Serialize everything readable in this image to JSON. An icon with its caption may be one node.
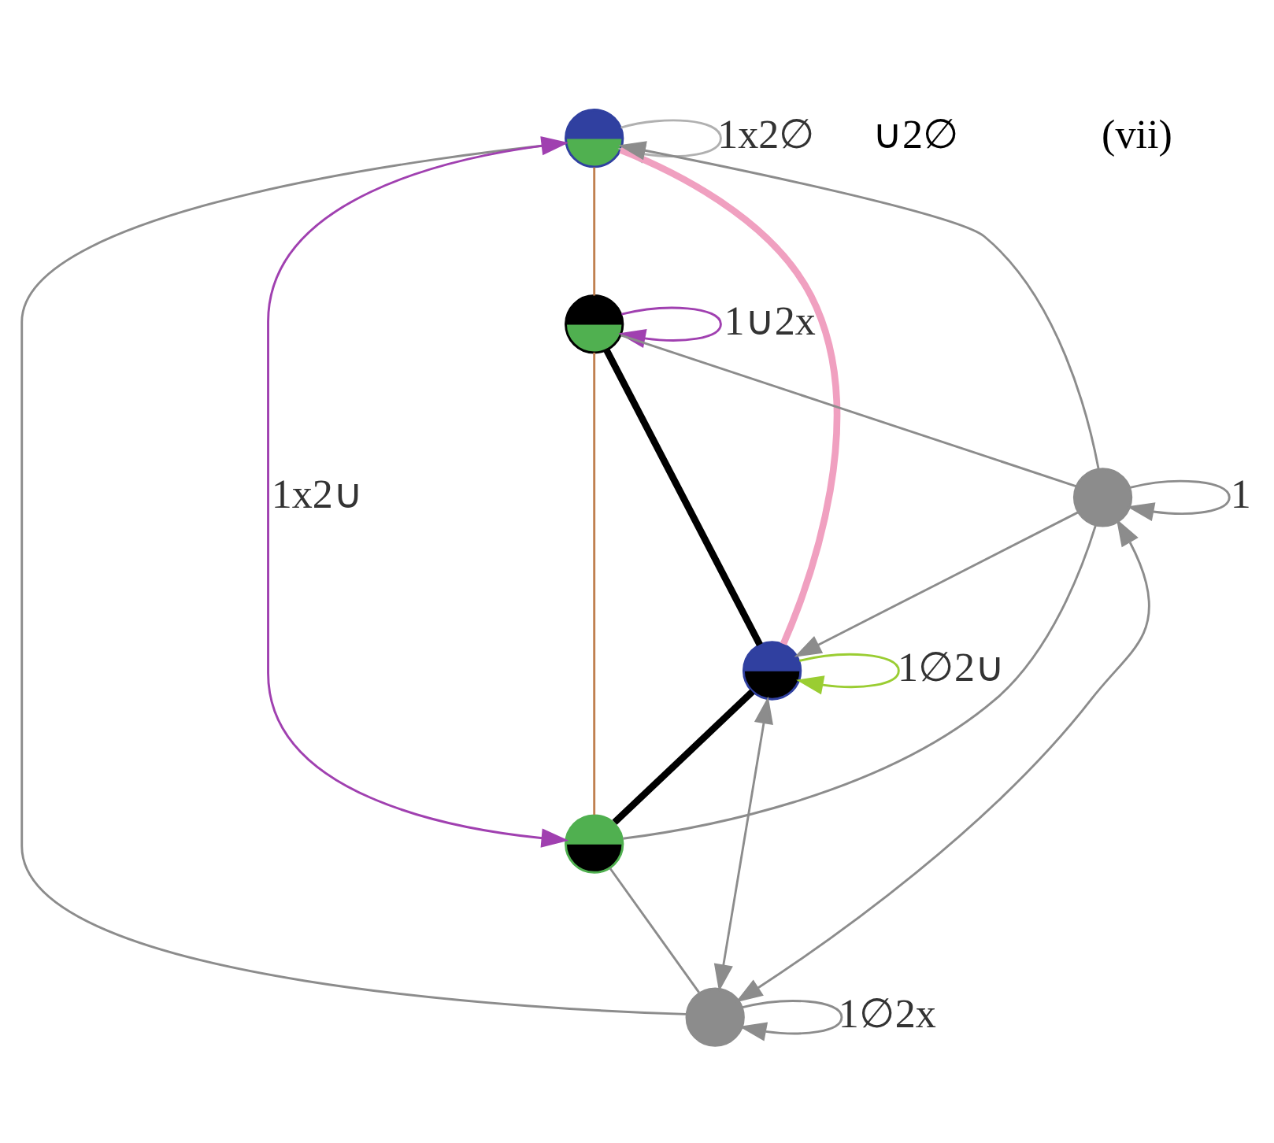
{
  "diagram": {
    "nodes": [
      {
        "text": [],
        "shape": "circle"
      },
      {
        "text": [],
        "shape": "circle"
      },
      {
        "text": [],
        "shape": "circle"
      },
      {
        "text": [],
        "shape": "circle"
      },
      {
        "text": [],
        "shape": "circle"
      },
      {
        "text": [],
        "shape": "circle"
      }
    ],
    "edges": [
      {
        "from": 0,
        "to": 0,
        "arrow": "to",
        "label": "1x2∅",
        "color": "#b0b0b0"
      },
      {
        "from": 1,
        "to": 0,
        "arrow": "both",
        "label": "1x2∪",
        "color": "#a040b0"
      },
      {
        "from": 2,
        "to": 2,
        "arrow": "to",
        "label": "1∅2∪",
        "color": "#9acd32"
      },
      {
        "from": 3,
        "to": 3,
        "arrow": "to",
        "label": "1∪2x",
        "color": "#a040b0"
      },
      {
        "from": 5,
        "to": 5,
        "arrow": "to",
        "label": "1∅2x"
      },
      {
        "from": 4,
        "to": 4,
        "arrow": "to",
        "label": "1"
      },
      {
        "from": 2,
        "to": 0,
        "arrow": "none",
        "style": "thick",
        "color": "#f0a0c0"
      },
      {
        "from": 2,
        "to": 1,
        "arrow": "none",
        "style": "thick",
        "color": "#000000"
      },
      {
        "from": 2,
        "to": 3,
        "arrow": "none",
        "style": "thick",
        "color": "#000000"
      },
      {
        "from": 0,
        "to": 3,
        "arrow": "none",
        "color": "#c08050"
      },
      {
        "from": 1,
        "to": 3,
        "arrow": "none",
        "color": "#c08050"
      },
      {
        "from": 4,
        "to": 0,
        "arrow": "to"
      },
      {
        "from": 4,
        "to": 2,
        "arrow": "to"
      },
      {
        "from": 2,
        "to": 5,
        "arrow": "both"
      },
      {
        "from": 0,
        "to": 5,
        "arrow": "none"
      },
      {
        "from": 1,
        "to": 4,
        "arrow": "none"
      },
      {
        "from": 3,
        "to": 4,
        "arrow": "none"
      },
      {
        "from": 1,
        "to": 5,
        "arrow": "none"
      },
      {
        "from": 5,
        "to": 4,
        "arrow": "both"
      }
    ],
    "labels": [
      "∪2∅",
      "(vii)"
    ]
  }
}
